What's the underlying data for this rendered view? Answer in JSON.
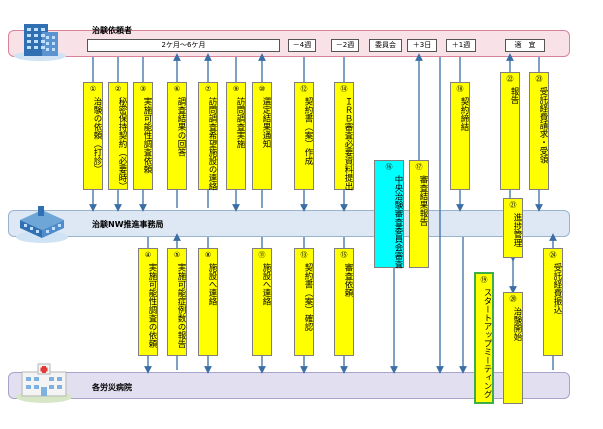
{
  "lanes": {
    "sponsor": "治験依頼者",
    "nw": "治験NW推進事務局",
    "hospital": "各労災病院"
  },
  "timeline": {
    "period": "2ケ月～6ケ月",
    "minus4w": "－4週",
    "minus2w": "－2週",
    "committee": "委員会",
    "plus3d": "＋3日",
    "plus1w": "＋1週",
    "timely": "適　宜"
  },
  "steps": {
    "s1": {
      "num": "①",
      "text": "治験の依頼（打診）"
    },
    "s2": {
      "num": "②",
      "text": "秘密保持契約（必要時）"
    },
    "s3": {
      "num": "③",
      "text": "実施可能性調査依頼"
    },
    "s6": {
      "num": "⑥",
      "text": "調査結果の回答"
    },
    "s7": {
      "num": "⑦",
      "text": "訪問調査希望施設の連絡"
    },
    "s9": {
      "num": "⑨",
      "text": "訪問調査実施"
    },
    "s10": {
      "num": "⑩",
      "text": "選定結果通知"
    },
    "s12": {
      "num": "⑫",
      "text": "契約書（案）作成"
    },
    "s14": {
      "num": "⑭",
      "text": "ＩＲＢ審査必要資料提出"
    },
    "s16": {
      "num": "⑯",
      "text": "中央治験審査委員会審査"
    },
    "s17": {
      "num": "⑰",
      "text": "審査結果報告"
    },
    "s18": {
      "num": "⑱",
      "text": "契約締結"
    },
    "s22": {
      "num": "㉒",
      "text": "報告"
    },
    "s23": {
      "num": "㉓",
      "text": "受託経費請求・受領"
    },
    "s21": {
      "num": "㉑",
      "text": "進捗管理"
    },
    "s4": {
      "num": "④",
      "text": "実施可能性調査の依頼"
    },
    "s5": {
      "num": "⑤",
      "text": "実施可能症例数の報告"
    },
    "s8": {
      "num": "⑧",
      "text": "施設へ連絡"
    },
    "s11": {
      "num": "⑪",
      "text": "施設へ連絡"
    },
    "s13": {
      "num": "⑬",
      "text": "契約書（案）確認"
    },
    "s15": {
      "num": "⑮",
      "text": "審査依頼"
    },
    "s19": {
      "num": "⑲",
      "text": "スタートアップミーティング"
    },
    "s20": {
      "num": "⑳",
      "text": "治験開始"
    },
    "s24": {
      "num": "㉔",
      "text": "受託経費振込"
    }
  },
  "colors": {
    "step_fill": "#ffff00",
    "committee_fill": "#00ffff",
    "arrow": "#3a6ea5",
    "sponsor_band": "#f9e1e8",
    "nw_band": "#dde8f4",
    "hospital_band": "#e2dff0"
  }
}
